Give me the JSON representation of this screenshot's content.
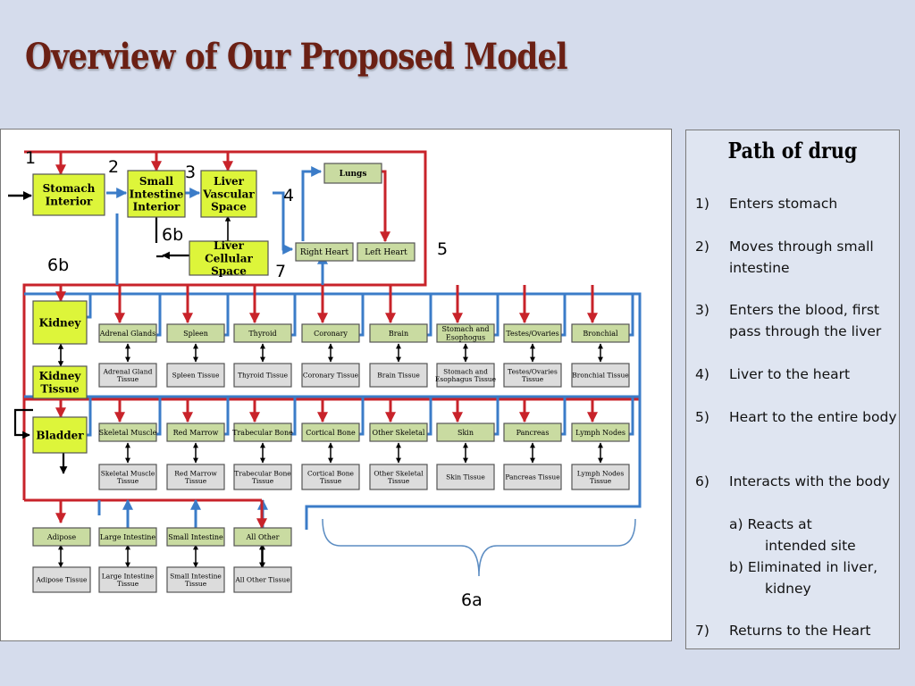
{
  "slide": {
    "title": "Overview of Our Proposed Model"
  },
  "diagram": {
    "core": {
      "stomach_interior": "Stomach Interior",
      "small_intestine_interior": "Small Intestine Interior",
      "liver_vascular_space": "Liver Vascular Space",
      "liver_cellular_space": "Liver Cellular Space",
      "lungs": "Lungs",
      "right_heart": "Right Heart",
      "left_heart": "Left Heart",
      "kidney": "Kidney",
      "kidney_tissue": "Kidney Tissue",
      "bladder": "Bladder"
    },
    "step_labels": {
      "s1": "1",
      "s2": "2",
      "s3": "3",
      "s4": "4",
      "s5": "5",
      "s6b_top": "6b",
      "s6b_left": "6b",
      "s7": "7",
      "s6a": "6a"
    },
    "row1": [
      {
        "organ": "Adrenal Glands",
        "tissue": "Adrenal Gland Tissue"
      },
      {
        "organ": "Spleen",
        "tissue": "Spleen Tissue"
      },
      {
        "organ": "Thyroid",
        "tissue": "Thyroid Tissue"
      },
      {
        "organ": "Coronary",
        "tissue": "Coronary Tissue"
      },
      {
        "organ": "Brain",
        "tissue": "Brain Tissue"
      },
      {
        "organ": "Stomach and Esophogus",
        "tissue": "Stomach and Esophagus Tissue"
      },
      {
        "organ": "Testes/Ovaries",
        "tissue": "Testes/Ovaries Tissue"
      },
      {
        "organ": "Bronchial",
        "tissue": "Bronchial Tissue"
      }
    ],
    "row2": [
      {
        "organ": "Skeletal Muscle",
        "tissue": "Skeletal Muscle Tissue"
      },
      {
        "organ": "Red Marrow",
        "tissue": "Red Marrow Tissue"
      },
      {
        "organ": "Trabecular Bone",
        "tissue": "Trabecular Bone Tissue"
      },
      {
        "organ": "Cortical Bone",
        "tissue": "Cortical Bone Tissue"
      },
      {
        "organ": "Other Skeletal",
        "tissue": "Other Skeletal Tissue"
      },
      {
        "organ": "Skin",
        "tissue": "Skin Tissue"
      },
      {
        "organ": "Pancreas",
        "tissue": "Pancreas Tissue"
      },
      {
        "organ": "Lymph Nodes",
        "tissue": "Lymph Nodes Tissue"
      }
    ],
    "row3": [
      {
        "organ": "Adipose",
        "tissue": "Adipose Tissue"
      },
      {
        "organ": "Large Intestine",
        "tissue": "Large Intestine Tissue"
      },
      {
        "organ": "Small Intestine",
        "tissue": "Small Intestine Tissue"
      },
      {
        "organ": "All Other",
        "tissue": "All Other Tissue"
      }
    ],
    "colors": {
      "arterial": "#c8232a",
      "venous": "#3b7cc8",
      "core_box": "#ddf53a",
      "organ_box": "#c9dba1",
      "tissue_box": "#dcdcdc"
    }
  },
  "path": {
    "title": "Path of drug",
    "steps": [
      {
        "num": "1)",
        "text": "Enters stomach"
      },
      {
        "num": "2)",
        "text": "Moves through small intestine"
      },
      {
        "num": "3)",
        "text": "Enters the blood, first pass through the liver"
      },
      {
        "num": "4)",
        "text": "Liver to the heart"
      },
      {
        "num": "5)",
        "text": "Heart to the entire body"
      },
      {
        "num": "6)",
        "text": "Interacts with the body"
      },
      {
        "num": "7)",
        "text": "Returns to the Heart"
      }
    ],
    "substeps": [
      {
        "letter": "a) Reacts at",
        "rest": "intended site"
      },
      {
        "letter": "b) Eliminated in liver,",
        "rest": "kidney"
      }
    ]
  }
}
